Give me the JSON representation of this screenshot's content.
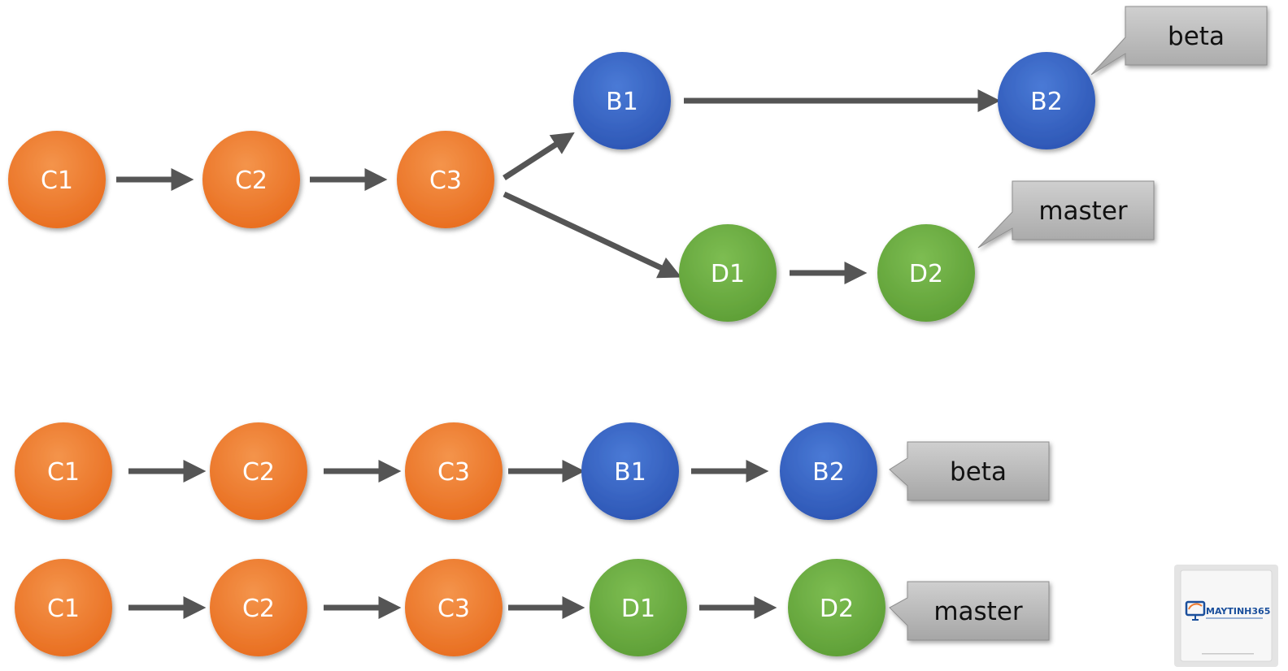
{
  "branch_view": {
    "commits": {
      "c1": "C1",
      "c2": "C2",
      "c3": "C3",
      "b1": "B1",
      "b2": "B2",
      "d1": "D1",
      "d2": "D2"
    },
    "tags": {
      "beta": "beta",
      "master": "master"
    }
  },
  "beta_row": {
    "commits": [
      "C1",
      "C2",
      "C3",
      "B1",
      "B2"
    ],
    "tag": "beta"
  },
  "master_row": {
    "commits": [
      "C1",
      "C2",
      "C3",
      "D1",
      "D2"
    ],
    "tag": "master"
  },
  "logo": {
    "brand": "MAYTINH365"
  },
  "colors": {
    "orange": "#ee7a2e",
    "blue": "#3563c4",
    "green": "#6aae3f",
    "arrow": "#555555",
    "callout": "#b3b3b3"
  }
}
